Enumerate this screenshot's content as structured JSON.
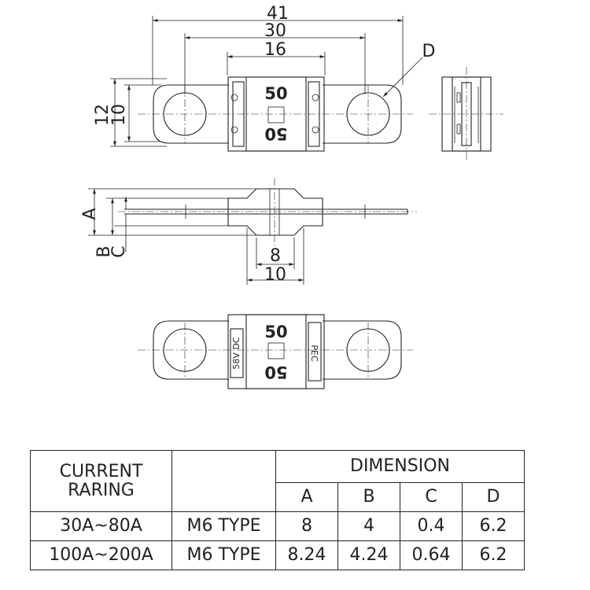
{
  "drawing": {
    "dims": {
      "overall": "41",
      "holes": "30",
      "body": "16",
      "height_outer": "12",
      "height_inner": "10",
      "hole_label": "D",
      "side_a": "A",
      "side_b": "B",
      "side_c": "C",
      "body_inner": "8",
      "body_outer": "10"
    },
    "fuse_rating_top": "50",
    "fuse_rating_bottom": "50",
    "bottom_rating_top": "50",
    "bottom_rating_bottom": "50",
    "voltage_mark": "58V DC",
    "brand_mark": "PEC"
  },
  "table": {
    "header_current": "CURRENT\nRARING",
    "header_current_line1": "CURRENT",
    "header_current_line2": "RARING",
    "header_dimension": "DIMENSION",
    "columns": [
      "A",
      "B",
      "C",
      "D"
    ],
    "rows": [
      {
        "current": "30A~80A",
        "type": "M6 TYPE",
        "values": [
          "8",
          "4",
          "0.4",
          "6.2"
        ]
      },
      {
        "current": "100A~200A",
        "type": "M6 TYPE",
        "values": [
          "8.24",
          "4.24",
          "0.64",
          "6.2"
        ]
      }
    ]
  }
}
